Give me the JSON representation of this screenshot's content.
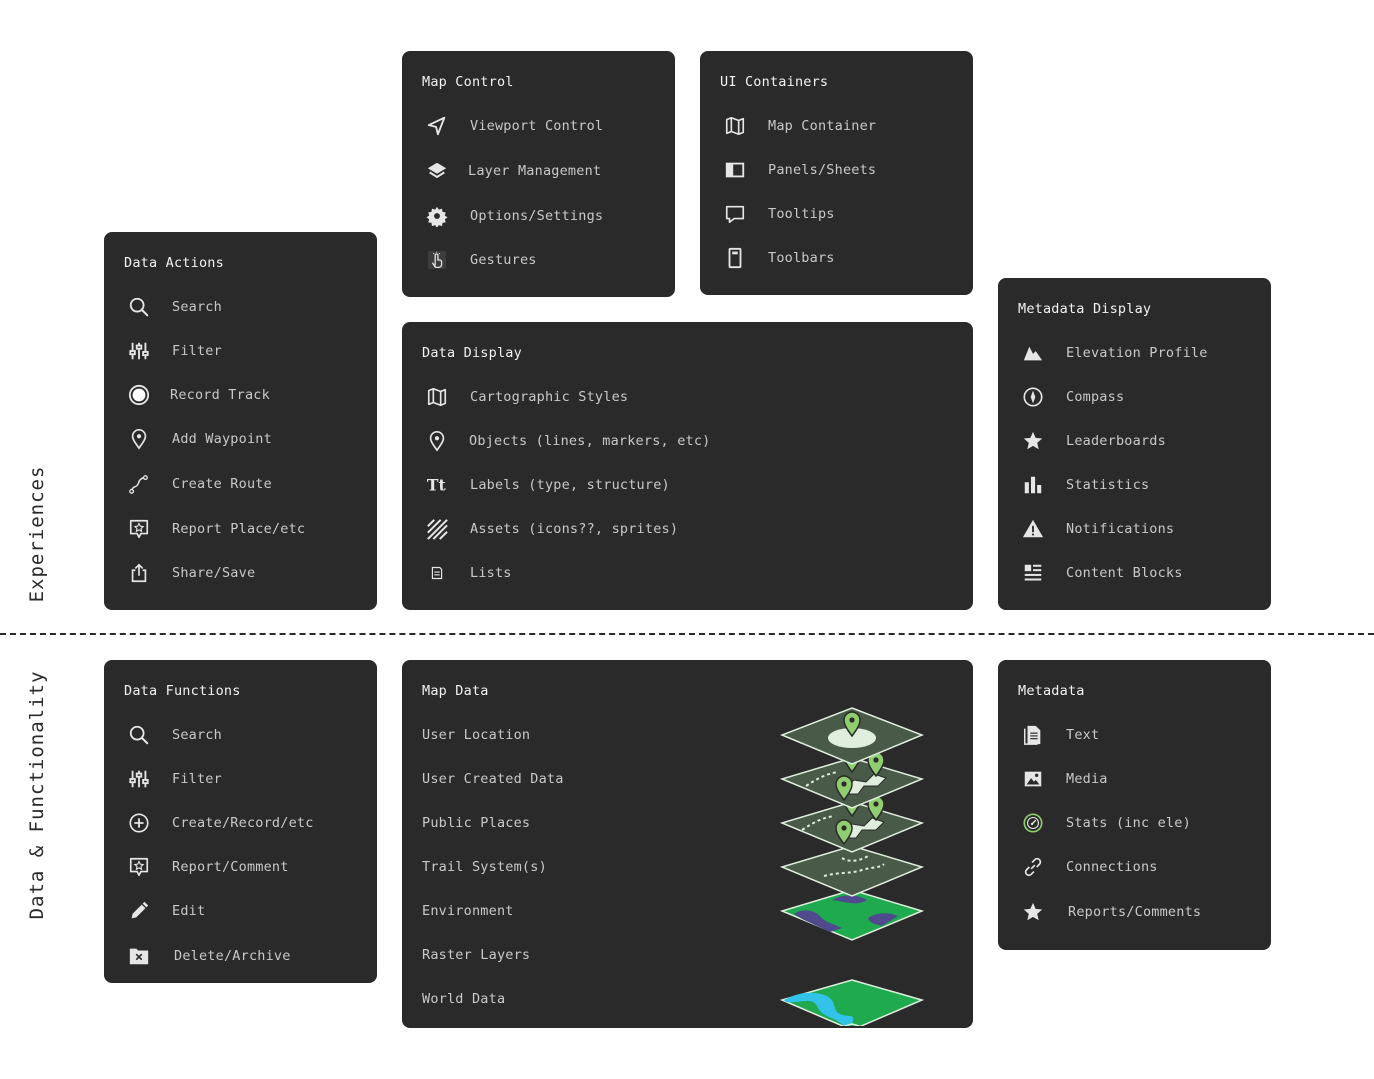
{
  "sections": {
    "experiences": "Experiences",
    "data_functionality": "Data & Functionality"
  },
  "map_control": {
    "title": "Map Control",
    "items": [
      {
        "label": "Viewport Control",
        "icon": "navigation-arrow-icon"
      },
      {
        "label": "Layer Management",
        "icon": "layers-icon"
      },
      {
        "label": "Options/Settings",
        "icon": "gear-icon"
      },
      {
        "label": "Gestures",
        "icon": "hand-pointer-icon"
      }
    ]
  },
  "ui_containers": {
    "title": "UI Containers",
    "items": [
      {
        "label": "Map Container",
        "icon": "folded-map-icon"
      },
      {
        "label": "Panels/Sheets",
        "icon": "panel-icon"
      },
      {
        "label": "Tooltips",
        "icon": "speech-bubble-icon"
      },
      {
        "label": "Toolbars",
        "icon": "toolbar-icon"
      }
    ]
  },
  "data_actions": {
    "title": "Data Actions",
    "items": [
      {
        "label": "Search",
        "icon": "search-icon"
      },
      {
        "label": "Filter",
        "icon": "sliders-icon"
      },
      {
        "label": "Record Track",
        "icon": "record-icon"
      },
      {
        "label": "Add Waypoint",
        "icon": "map-pin-icon"
      },
      {
        "label": "Create Route",
        "icon": "route-icon"
      },
      {
        "label": "Report Place/etc",
        "icon": "report-flag-icon"
      },
      {
        "label": "Share/Save",
        "icon": "share-icon"
      }
    ]
  },
  "data_display": {
    "title": "Data Display",
    "items": [
      {
        "label": "Cartographic Styles",
        "icon": "folded-map-icon"
      },
      {
        "label": "Objects (lines, markers, etc)",
        "icon": "map-pin-icon"
      },
      {
        "label": "Labels (type, structure)",
        "icon": "text-type-icon"
      },
      {
        "label": "Assets (icons??, sprites)",
        "icon": "hatch-pattern-icon"
      },
      {
        "label": "Lists",
        "icon": "list-doc-icon"
      }
    ]
  },
  "metadata_display": {
    "title": "Metadata Display",
    "items": [
      {
        "label": "Elevation Profile",
        "icon": "mountain-icon"
      },
      {
        "label": "Compass",
        "icon": "compass-icon"
      },
      {
        "label": "Leaderboards",
        "icon": "star-icon"
      },
      {
        "label": "Statistics",
        "icon": "bar-chart-icon"
      },
      {
        "label": "Notifications",
        "icon": "warning-icon"
      },
      {
        "label": "Content Blocks",
        "icon": "content-blocks-icon"
      }
    ]
  },
  "data_functions": {
    "title": "Data Functions",
    "items": [
      {
        "label": "Search",
        "icon": "search-icon"
      },
      {
        "label": "Filter",
        "icon": "sliders-icon"
      },
      {
        "label": "Create/Record/etc",
        "icon": "plus-circle-icon"
      },
      {
        "label": "Report/Comment",
        "icon": "report-flag-icon"
      },
      {
        "label": "Edit",
        "icon": "pencil-icon"
      },
      {
        "label": "Delete/Archive",
        "icon": "delete-folder-icon"
      }
    ]
  },
  "map_data": {
    "title": "Map Data",
    "items": [
      {
        "label": "User Location"
      },
      {
        "label": "User Created Data"
      },
      {
        "label": "Public Places"
      },
      {
        "label": "Trail System(s)"
      },
      {
        "label": "Environment"
      },
      {
        "label": "Raster Layers"
      },
      {
        "label": "World Data"
      }
    ],
    "illustration": "stacked-map-layers-icon"
  },
  "metadata": {
    "title": "Metadata",
    "items": [
      {
        "label": "Text",
        "icon": "document-icon"
      },
      {
        "label": "Media",
        "icon": "image-icon"
      },
      {
        "label": "Stats (inc ele)",
        "icon": "gauge-icon"
      },
      {
        "label": "Connections",
        "icon": "link-icon"
      },
      {
        "label": "Reports/Comments",
        "icon": "star-icon"
      }
    ]
  },
  "colors": {
    "card": "#2a2a2a",
    "title": "#f2f2f2",
    "label": "#c9c9c9",
    "layer_outline": "#dfeedd",
    "layer_fill": "#4a5a48",
    "accent_green": "#8fce6e",
    "terrain_green": "#1faa4f",
    "water_blue": "#33c3ea",
    "dark_purple": "#4f4a8c"
  }
}
